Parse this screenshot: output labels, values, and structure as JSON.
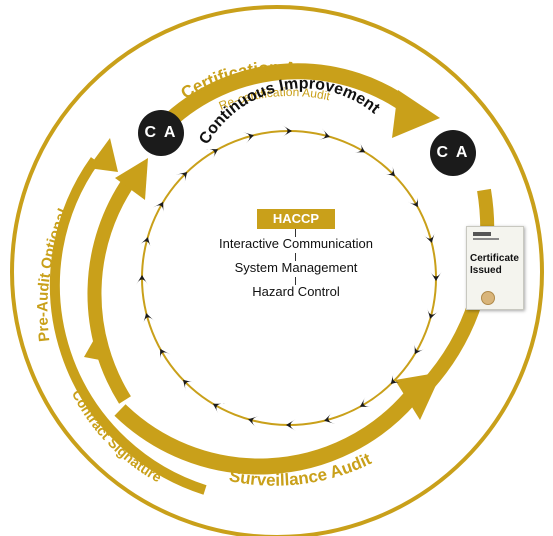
{
  "labels": {
    "certification_audit": "Certification Audit",
    "recertification_audit": "Re-certification Audit",
    "continuous_improvement": "Continuous Improvement",
    "pre_audit": "Pre-Audit Optional",
    "contract_signature": "Contract Signature",
    "surveillance_audit": "Surveillance  Audit",
    "ca_left": "C A",
    "ca_right": "C A",
    "certificate_line1": "Certificate",
    "certificate_line2": "Issued"
  },
  "center": {
    "badge": "HACCP",
    "items": [
      "Interactive Communication",
      "System Management",
      "Hazard Control"
    ]
  },
  "colors": {
    "gold": "#c9a01a",
    "dark": "#1b1b1b"
  }
}
